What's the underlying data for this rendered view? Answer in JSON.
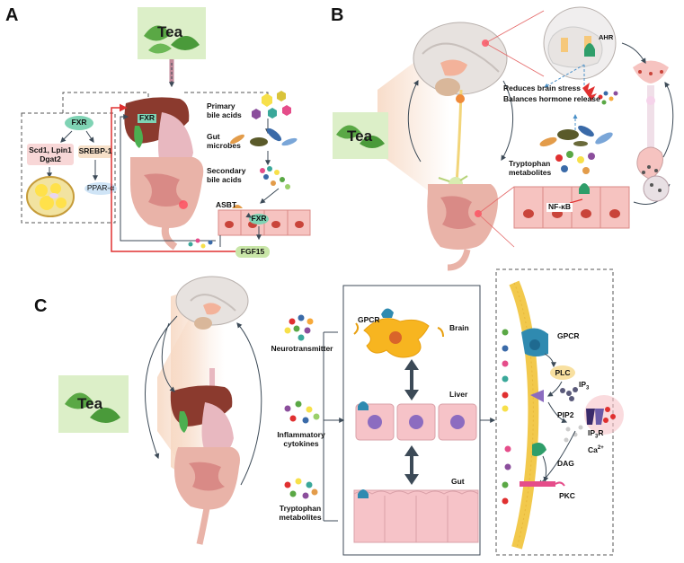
{
  "panels": {
    "a": {
      "letter": "A",
      "tea": "Tea",
      "fxr_left": "FXR",
      "scd": "Scd1, Lpin1\nDgat2",
      "srebp": "SREBP-1",
      "ppar": "PPAR-α",
      "fxr_liver": "FXR",
      "primary_bile": "Primary\nbile acids",
      "gut_microbes": "Gut\nmicrobes",
      "secondary_bile": "Secondary\nbile acids",
      "asbt": "ASBT",
      "fxr_gut": "FXR",
      "fgf15": "FGF15"
    },
    "b": {
      "letter": "B",
      "tea": "Tea",
      "ahr": "AHR",
      "reduces": "Reduces brain stress",
      "balances": "Balances hormone release",
      "trp": "Tryptophan\nmetabolites",
      "nfkb": "NF-κB"
    },
    "c": {
      "letter": "C",
      "tea": "Tea",
      "neuro": "Neurotransmitter",
      "inflam": "Inflammatory\ncytokines",
      "trp": "Tryptophan\nmetabolites",
      "gpcr_cell": "GPCR",
      "brain": "Brain",
      "liver": "Liver",
      "gut": "Gut",
      "gpcr_mem": "GPCR",
      "plc": "PLC",
      "ip3": "IP",
      "ip3_sub": "3",
      "pip2": "PIP2",
      "ip3r": "IP",
      "ip3r_sub": "3",
      "ip3r_end": "R",
      "ca": "Ca",
      "ca_sup": "2+",
      "dag": "DAG",
      "pkc": "PKC"
    }
  },
  "colors": {
    "tea_bg": "#dcefc8",
    "leaf": "#5aa845",
    "fxr": "#7fd3b4",
    "liver": "#8b3a2e",
    "gut": "#e9b3a8",
    "brain": "#e7e2df",
    "membrane": "#f2c94c",
    "arrow": "#3c4a57",
    "red": "#e03030"
  }
}
